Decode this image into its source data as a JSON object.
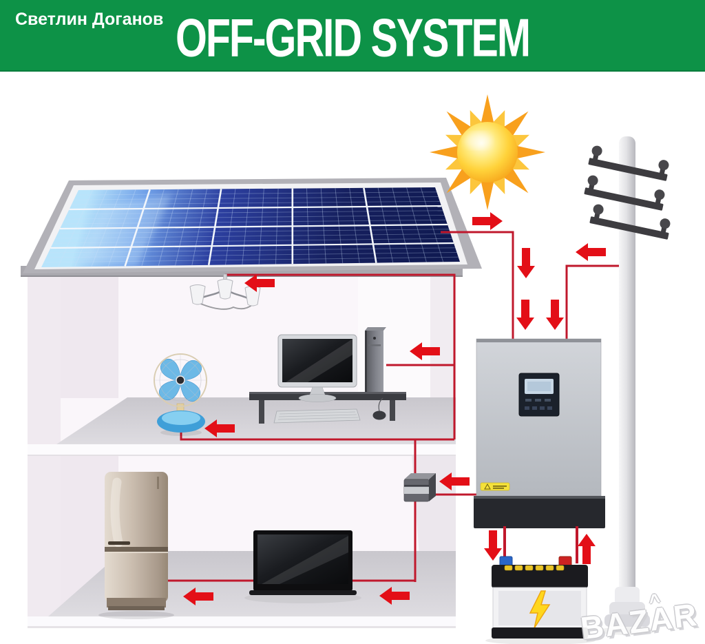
{
  "header": {
    "author_watermark": "Светлин Доганов",
    "title": "OFF-GRID SYSTEM"
  },
  "brand": {
    "text": "BAZAR",
    "mark": "^"
  },
  "palette": {
    "banner_green": "#0d9247",
    "banner_text": "#ffffff",
    "wire_red": "#c0182c",
    "arrow_red": "#e30f17",
    "panel_blue_dark": "#16205f",
    "panel_blue_light": "#b8e4fb",
    "roof_gray": "#b2b1b7",
    "sun_core": "#ffd23a",
    "sun_ray": "#f8a01d",
    "sun_ray_alt": "#fcc63d",
    "inverter_gray": "#c2c6cc",
    "battery_band": "#1b1b1f",
    "bolt_yellow": "#ffd71e",
    "pole_gray": "#d6d6da"
  },
  "components": [
    "sun",
    "solar-panel",
    "house",
    "utility-pole",
    "power-line-crossarms",
    "ceiling-lamp",
    "table-fan",
    "desktop-computer",
    "refrigerator",
    "television",
    "junction-box",
    "hybrid-inverter",
    "battery",
    "energy-flow-arrows",
    "red-wiring"
  ]
}
